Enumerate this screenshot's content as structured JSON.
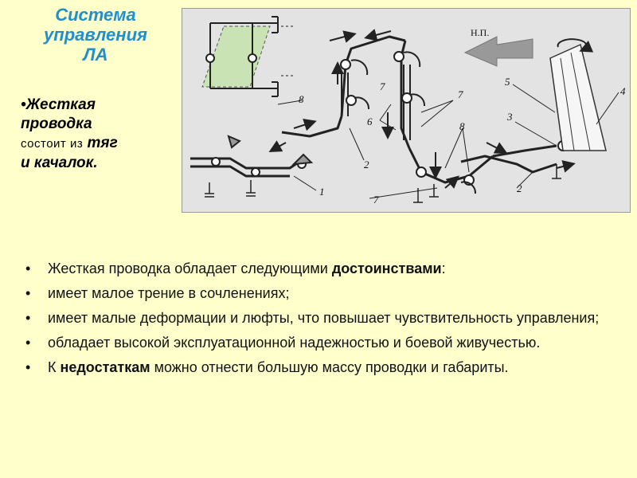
{
  "slide": {
    "title_lines": [
      "Система",
      "управления",
      "ЛА"
    ],
    "side_note": {
      "bullet": "•",
      "line1": "Жесткая",
      "line2": "проводка",
      "line3_plain": "состоит из",
      "line3_bold": "тяг",
      "line4": "и качалок."
    },
    "figure": {
      "labels": {
        "np": "Н.П.",
        "n1": "1",
        "n2a": "2",
        "n2b": "2",
        "n3": "3",
        "n4": "4",
        "n5": "5",
        "n6": "6",
        "n7a": "7",
        "n7b": "7",
        "n7c": "7",
        "n8a": "8",
        "n8b": "8"
      }
    },
    "bullets": [
      {
        "pre": "Жесткая проводка обладает следующими ",
        "bold": "достоинствами",
        "post": ":"
      },
      {
        "pre": "имеет малое трение в сочленениях;",
        "bold": "",
        "post": ""
      },
      {
        "pre": "имеет малые деформации и люфты, что повышает чувствительность управления;",
        "bold": "",
        "post": ""
      },
      {
        "pre": "обладает высокой эксплуатационной надежностью и боевой живучестью.",
        "bold": "",
        "post": ""
      },
      {
        "pre": "К ",
        "bold": "недостаткам",
        "post": " можно отнести большую массу проводки и габариты."
      }
    ]
  }
}
